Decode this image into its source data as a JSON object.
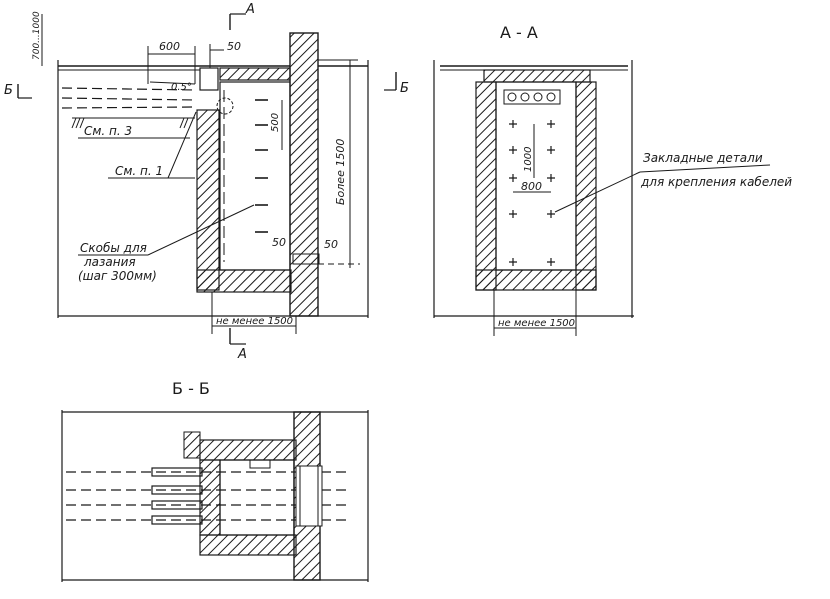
{
  "section_a": {
    "marker": "А",
    "dim_top": "50",
    "dim_600": "600",
    "dim_range": "700...1000",
    "slope": "0.5°",
    "note_p3": "См. п. 3",
    "note_p1": "См. п. 1",
    "dim_500": "500",
    "dim_depth": "Более 1500",
    "dim_50_left": "50",
    "dim_50_right": "50",
    "brackets_line1": "Скобы для",
    "brackets_line2": "лазания",
    "brackets_line3": "(шаг 300мм)",
    "min_width": "не менее 1500",
    "cut_b": "Б"
  },
  "view_aa": {
    "title": "А - А",
    "dim_1000": "1000",
    "dim_800": "800",
    "embedded_line1": "Закладные детали",
    "embedded_line2": "для крепления кабелей",
    "min_width": "не менее 1500"
  },
  "view_bb": {
    "title": "Б - Б"
  }
}
